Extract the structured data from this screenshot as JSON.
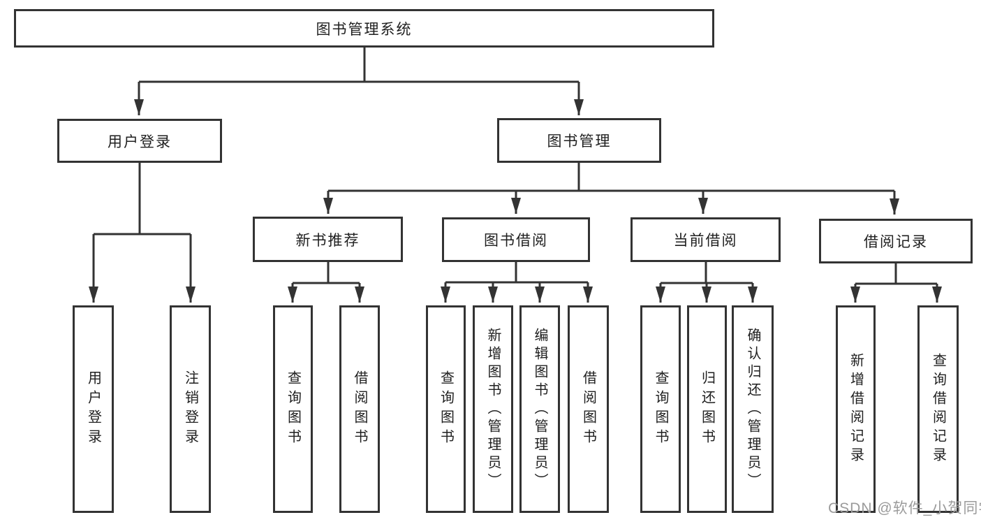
{
  "tree": {
    "label": "图书管理系统",
    "children": [
      {
        "label": "用户登录",
        "children": [
          {
            "label": "用户登录"
          },
          {
            "label": "注销登录"
          }
        ]
      },
      {
        "label": "图书管理",
        "children": [
          {
            "label": "新书推荐",
            "children": [
              {
                "label": "查询图书"
              },
              {
                "label": "借阅图书"
              }
            ]
          },
          {
            "label": "图书借阅",
            "children": [
              {
                "label": "查询图书"
              },
              {
                "label": "新增图书（管理员）"
              },
              {
                "label": "编辑图书（管理员）"
              },
              {
                "label": "借阅图书"
              }
            ]
          },
          {
            "label": "当前借阅",
            "children": [
              {
                "label": "查询图书"
              },
              {
                "label": "归还图书"
              },
              {
                "label": "确认归还（管理员）"
              }
            ]
          },
          {
            "label": "借阅记录",
            "children": [
              {
                "label": "新增借阅记录"
              },
              {
                "label": "查询借阅记录"
              }
            ]
          }
        ]
      }
    ]
  },
  "watermark": {
    "text": "CSDN @软件_小贺同学"
  },
  "colors": {
    "line": "#333333",
    "text": "#1f1f1f",
    "watermark": "#9b9b9b",
    "background": "#ffffff"
  }
}
